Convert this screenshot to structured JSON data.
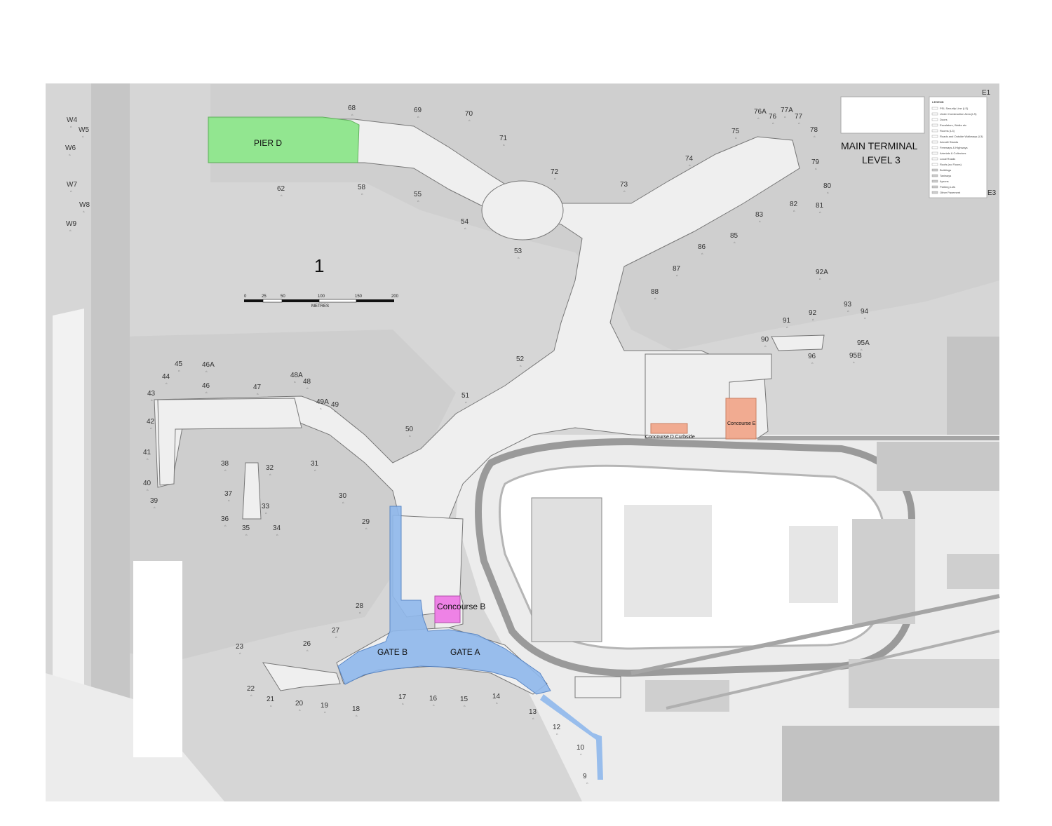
{
  "map": {
    "title_line1": "MAIN TERMINAL",
    "title_line2": "LEVEL 3",
    "area_number": "1",
    "edge_labels": [
      "E1",
      "E3"
    ],
    "legend": {
      "heading": "LEGEND",
      "items": [
        "PSL Security Line (LS)",
        "Under Construction Area (LS)",
        "Doors",
        "Escalators, Walks etc",
        "Rooms (L3)",
        "Roads and Outside Walkways (L3)",
        "Aircraft Stands",
        "Freeways & Highways",
        "Arterials & Collectors",
        "Local Roads",
        "Roofs (no Floors)",
        "Buildings",
        "Taxiways",
        "Aprons",
        "Parking Lots",
        "Other Pavement"
      ]
    },
    "scale": {
      "ticks": [
        "0",
        "25",
        "50",
        "100",
        "150",
        "200"
      ],
      "unit": "METRES"
    },
    "zones": {
      "pier_d": {
        "label": "PIER D",
        "color": "#8ee68b"
      },
      "gate_b": {
        "label": "GATE B",
        "color": "#8fb8ec"
      },
      "gate_a": {
        "label": "GATE A",
        "color": "#8fb8ec"
      },
      "concourse_b": {
        "label": "Concourse B",
        "color": "#ee82e6"
      },
      "concourse_e": {
        "label": "Concourse E",
        "color": "#f2a88c"
      },
      "concourse_d_curbside": {
        "label": "Concourse D Curbside",
        "color": "#f2a88c"
      }
    },
    "gates": [
      "W4",
      "W5",
      "W6",
      "W7",
      "W8",
      "W9",
      "68",
      "69",
      "70",
      "71",
      "72",
      "73",
      "74",
      "75",
      "76A",
      "76",
      "77A",
      "77",
      "78",
      "79",
      "80",
      "81",
      "82",
      "83",
      "85",
      "86",
      "87",
      "88",
      "62",
      "58",
      "55",
      "54",
      "53",
      "92A",
      "93",
      "92",
      "94",
      "91",
      "90",
      "95A",
      "95B",
      "96",
      "52",
      "51",
      "50",
      "45",
      "44",
      "46A",
      "46",
      "47",
      "48A",
      "48",
      "43",
      "49A",
      "49",
      "42",
      "41",
      "40",
      "39",
      "38",
      "37",
      "36",
      "35",
      "34",
      "33",
      "32",
      "31",
      "30",
      "29",
      "28",
      "27",
      "26",
      "23",
      "22",
      "21",
      "20",
      "19",
      "18",
      "17",
      "16",
      "15",
      "14",
      "13",
      "12",
      "10",
      "9"
    ]
  }
}
